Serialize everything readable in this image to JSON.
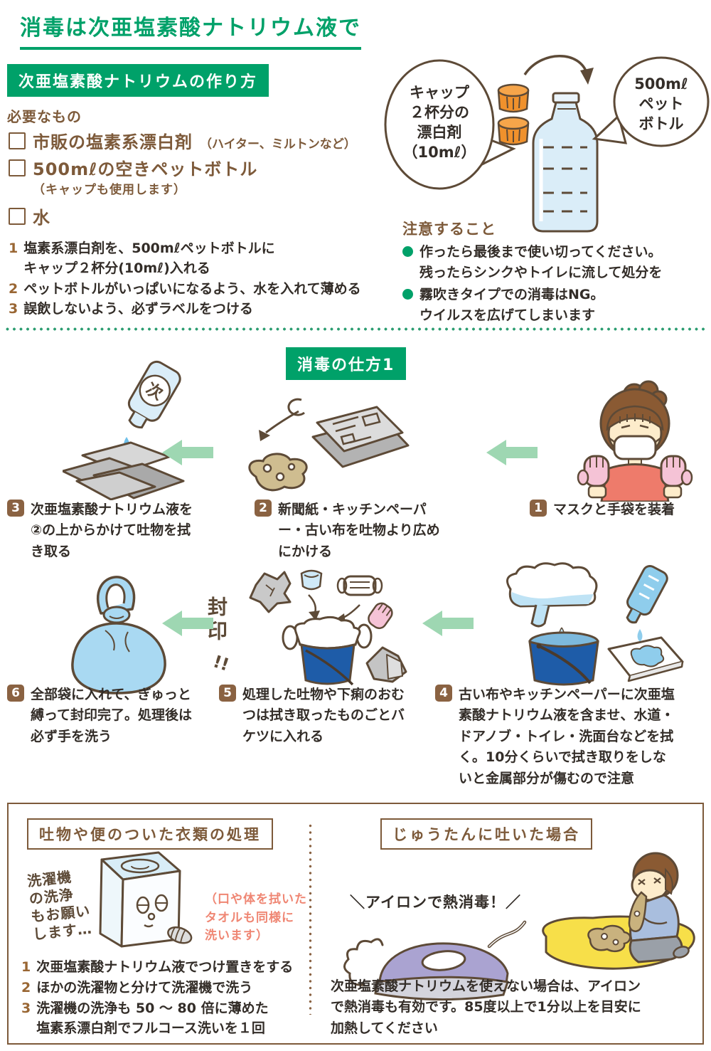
{
  "title": "消毒は次亜塩素酸ナトリウム液で",
  "recipe": {
    "header": "次亜塩素酸ナトリウムの作り方",
    "needed_title": "必要なもの",
    "checklist": [
      {
        "label": "市販の塩素系漂白剤",
        "note": "（ハイター、ミルトンなど）"
      },
      {
        "label": "500mℓの空きペットボトル",
        "subnote": "（キャップも使用します）"
      },
      {
        "label": "水"
      }
    ],
    "steps": [
      {
        "num": "1",
        "text": "塩素系漂白剤を、500mℓペットボトルに\nキャップ２杯分(10mℓ)入れる"
      },
      {
        "num": "2",
        "text": "ペットボトルがいっぱいになるよう、水を入れて薄める"
      },
      {
        "num": "3",
        "text": "誤飲しないよう、必ずラベルをつける"
      }
    ],
    "bubble_left_lines": [
      "キャップ",
      "２杯分の",
      "漂白剤",
      "（10mℓ）"
    ],
    "bubble_right_lines": [
      "500mℓ",
      "ペット",
      "ボトル"
    ],
    "caution_title": "注意すること",
    "cautions": [
      "作ったら最後まで使い切ってください。\n残ったらシンクやトイレに流して処分を",
      "霧吹きタイプでの消毒はNG。\nウイルスを広げてしまいます"
    ]
  },
  "method": {
    "header": "消毒の仕方1",
    "bottle_label": "次",
    "seal_label": "封印",
    "seal_marks": "!!",
    "steps": [
      {
        "num": "1",
        "text": "マスクと手袋を装着"
      },
      {
        "num": "2",
        "text": "新聞紙・キッチンペーパ\nー・古い布を吐物より広め\nにかける"
      },
      {
        "num": "3",
        "text": "次亜塩素酸ナトリウム液を\n②の上からかけて吐物を拭\nき取る"
      },
      {
        "num": "4",
        "text": "古い布やキッチンペーパーに次亜塩\n素酸ナトリウム液を含ませ、水道・\nドアノブ・トイレ・洗面台などを拭\nく。10分くらいで拭き取りをしな\nいと金属部分が傷むので注意"
      },
      {
        "num": "5",
        "text": "処理した吐物や下痢のおむ\nつは拭き取ったものごとバ\nケツに入れる"
      },
      {
        "num": "6",
        "text": "全部袋に入れて、ぎゅっと\n縛って封印完了。処理後は\n必ず手を洗う"
      }
    ]
  },
  "laundry": {
    "header": "吐物や便のついた衣類の処理",
    "machine_speech": "洗濯機\nの洗浄\nもお願い\nします…",
    "pink_note": "（口や体を拭いた\nタオルも同様に\n洗います）",
    "steps": [
      {
        "num": "1",
        "text": "次亜塩素酸ナトリウム液でつけ置きをする"
      },
      {
        "num": "2",
        "text": "ほかの洗濯物と分けて洗濯機で洗う"
      },
      {
        "num": "3",
        "text": "洗濯機の洗浄も 50 ～ 80 倍に薄めた\n塩素系漂白剤でフルコース洗いを１回"
      }
    ]
  },
  "carpet": {
    "header": "じゅうたんに吐いた場合",
    "callout": "＼アイロンで熱消毒！／",
    "text": "次亜塩素酸ナトリウムを使えない場合は、アイロン\nで熱消毒も有効です。85度以上で1分以上を目安に\n加熱してください"
  }
}
